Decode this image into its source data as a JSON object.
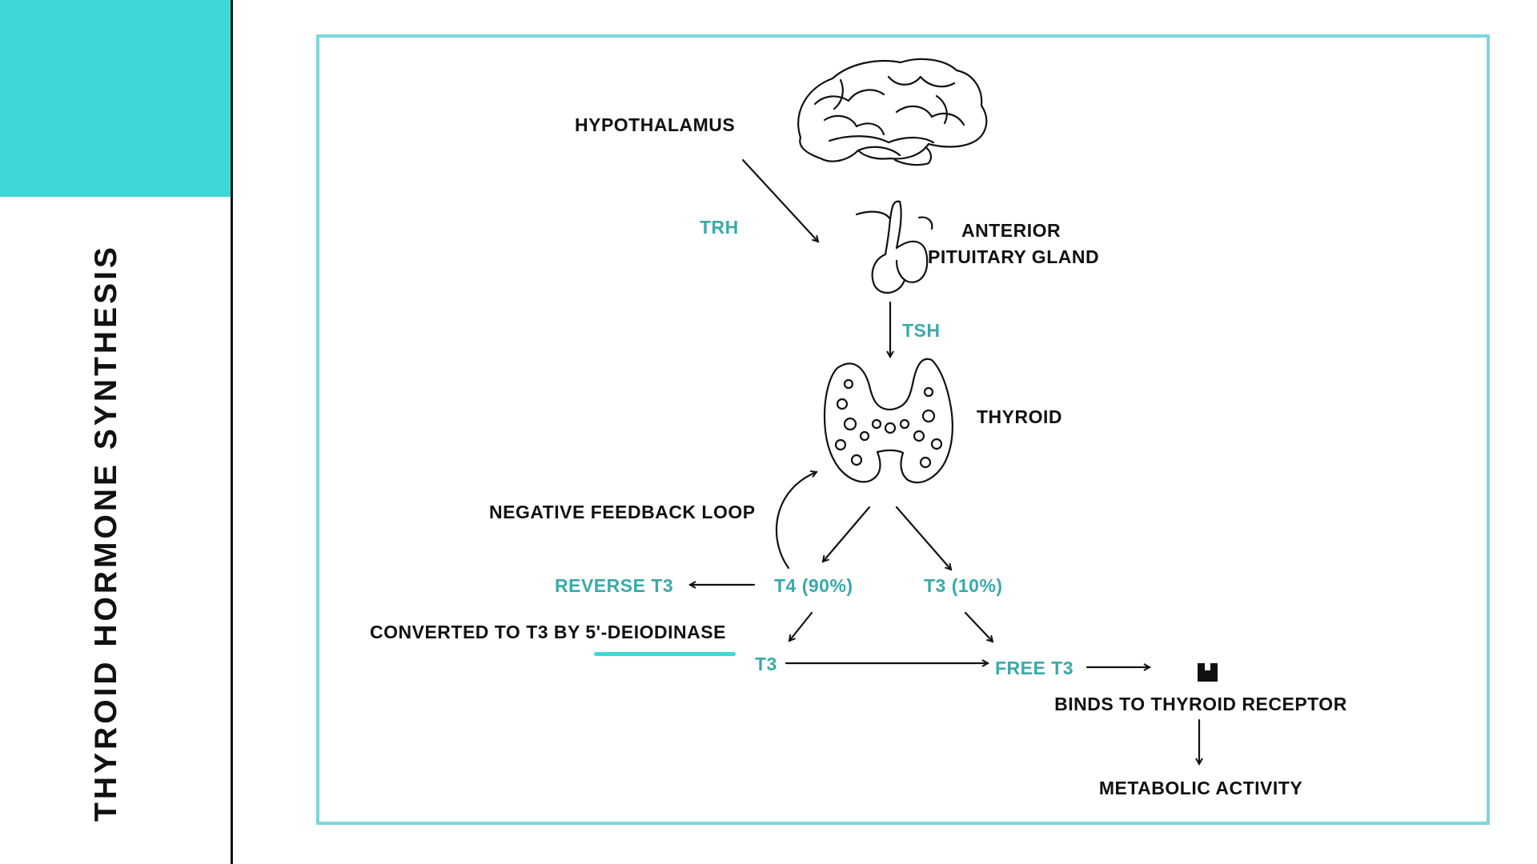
{
  "sidebar": {
    "title": "THYROID HORMONE SYNTHESIS",
    "accent_color": "#3dd8d6"
  },
  "frame": {
    "border_color": "#7dd6dd"
  },
  "labels": {
    "hypothalamus": "HYPOTHALAMUS",
    "trh": "TRH",
    "anterior": "ANTERIOR",
    "pituitary_gland": "PITUITARY GLAND",
    "tsh": "TSH",
    "thyroid": "THYROID",
    "negative_feedback": "NEGATIVE FEEDBACK LOOP",
    "t4": "T4 (90%)",
    "t3_percent": "T3 (10%)",
    "reverse_t3": "REVERSE T3",
    "converted_prefix": "CONVERTED TO T3 BY ",
    "converted_enzyme": "5'-DEIODINASE",
    "t3": "T3",
    "free_t3": "FREE T3",
    "binds": "BINDS TO THYROID RECEPTOR",
    "metabolic": "METABOLIC ACTIVITY"
  },
  "icons": {
    "brain": "brain-icon",
    "pituitary": "pituitary-gland-icon",
    "thyroid": "thyroid-gland-icon",
    "receptor": "receptor-icon"
  },
  "colors": {
    "dark_text": "#111111",
    "teal_text": "#3aa9a9"
  }
}
